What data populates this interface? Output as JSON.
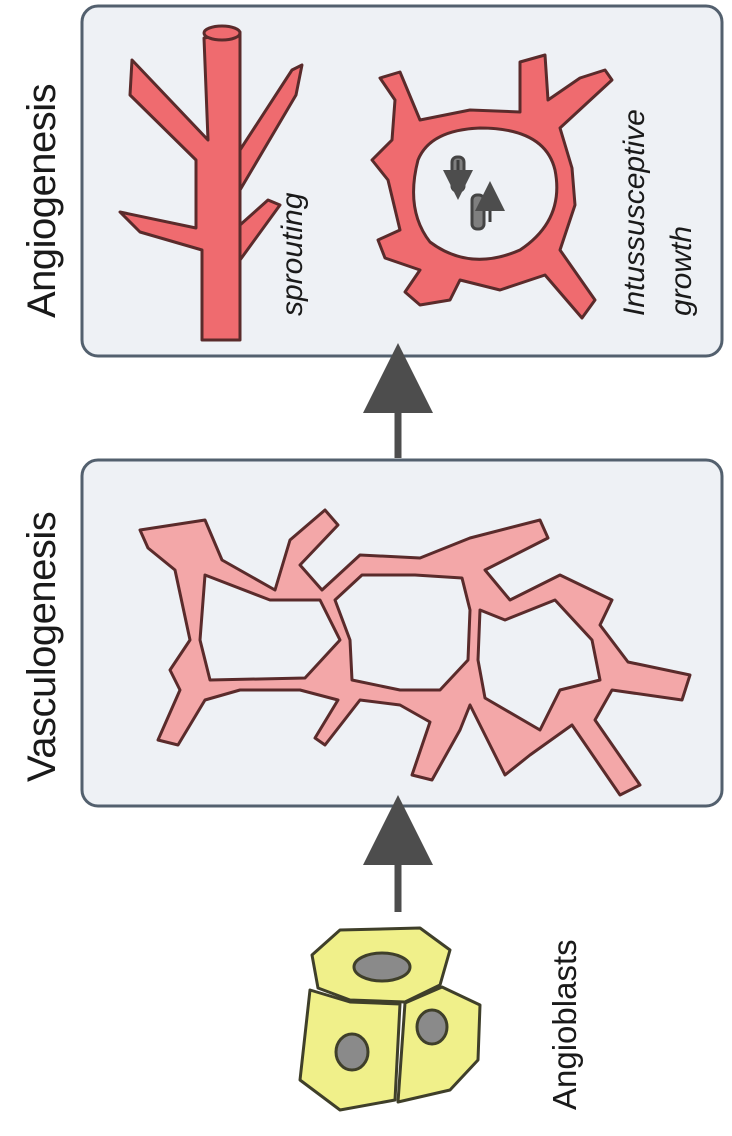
{
  "diagram": {
    "titles": {
      "angiogenesis": "Angiogenesis",
      "vasculogenesis": "Vasculogenesis",
      "angioblasts": "Angioblasts"
    },
    "angiogenesis_modes": {
      "sprouting": "sprouting",
      "intussusceptive_line1": "Intussusceptive",
      "intussusceptive_line2": "growth"
    },
    "colors": {
      "panel_fill": "#eef1f5",
      "panel_border": "#53606e",
      "vessel_angiogenesis": "#ef6b6f",
      "vessel_vasculogenesis": "#f3a7a8",
      "angioblast_fill": "#f0f08a",
      "angioblast_nucleus": "#8a8a8a",
      "arrow": "#4d4d4d"
    }
  }
}
